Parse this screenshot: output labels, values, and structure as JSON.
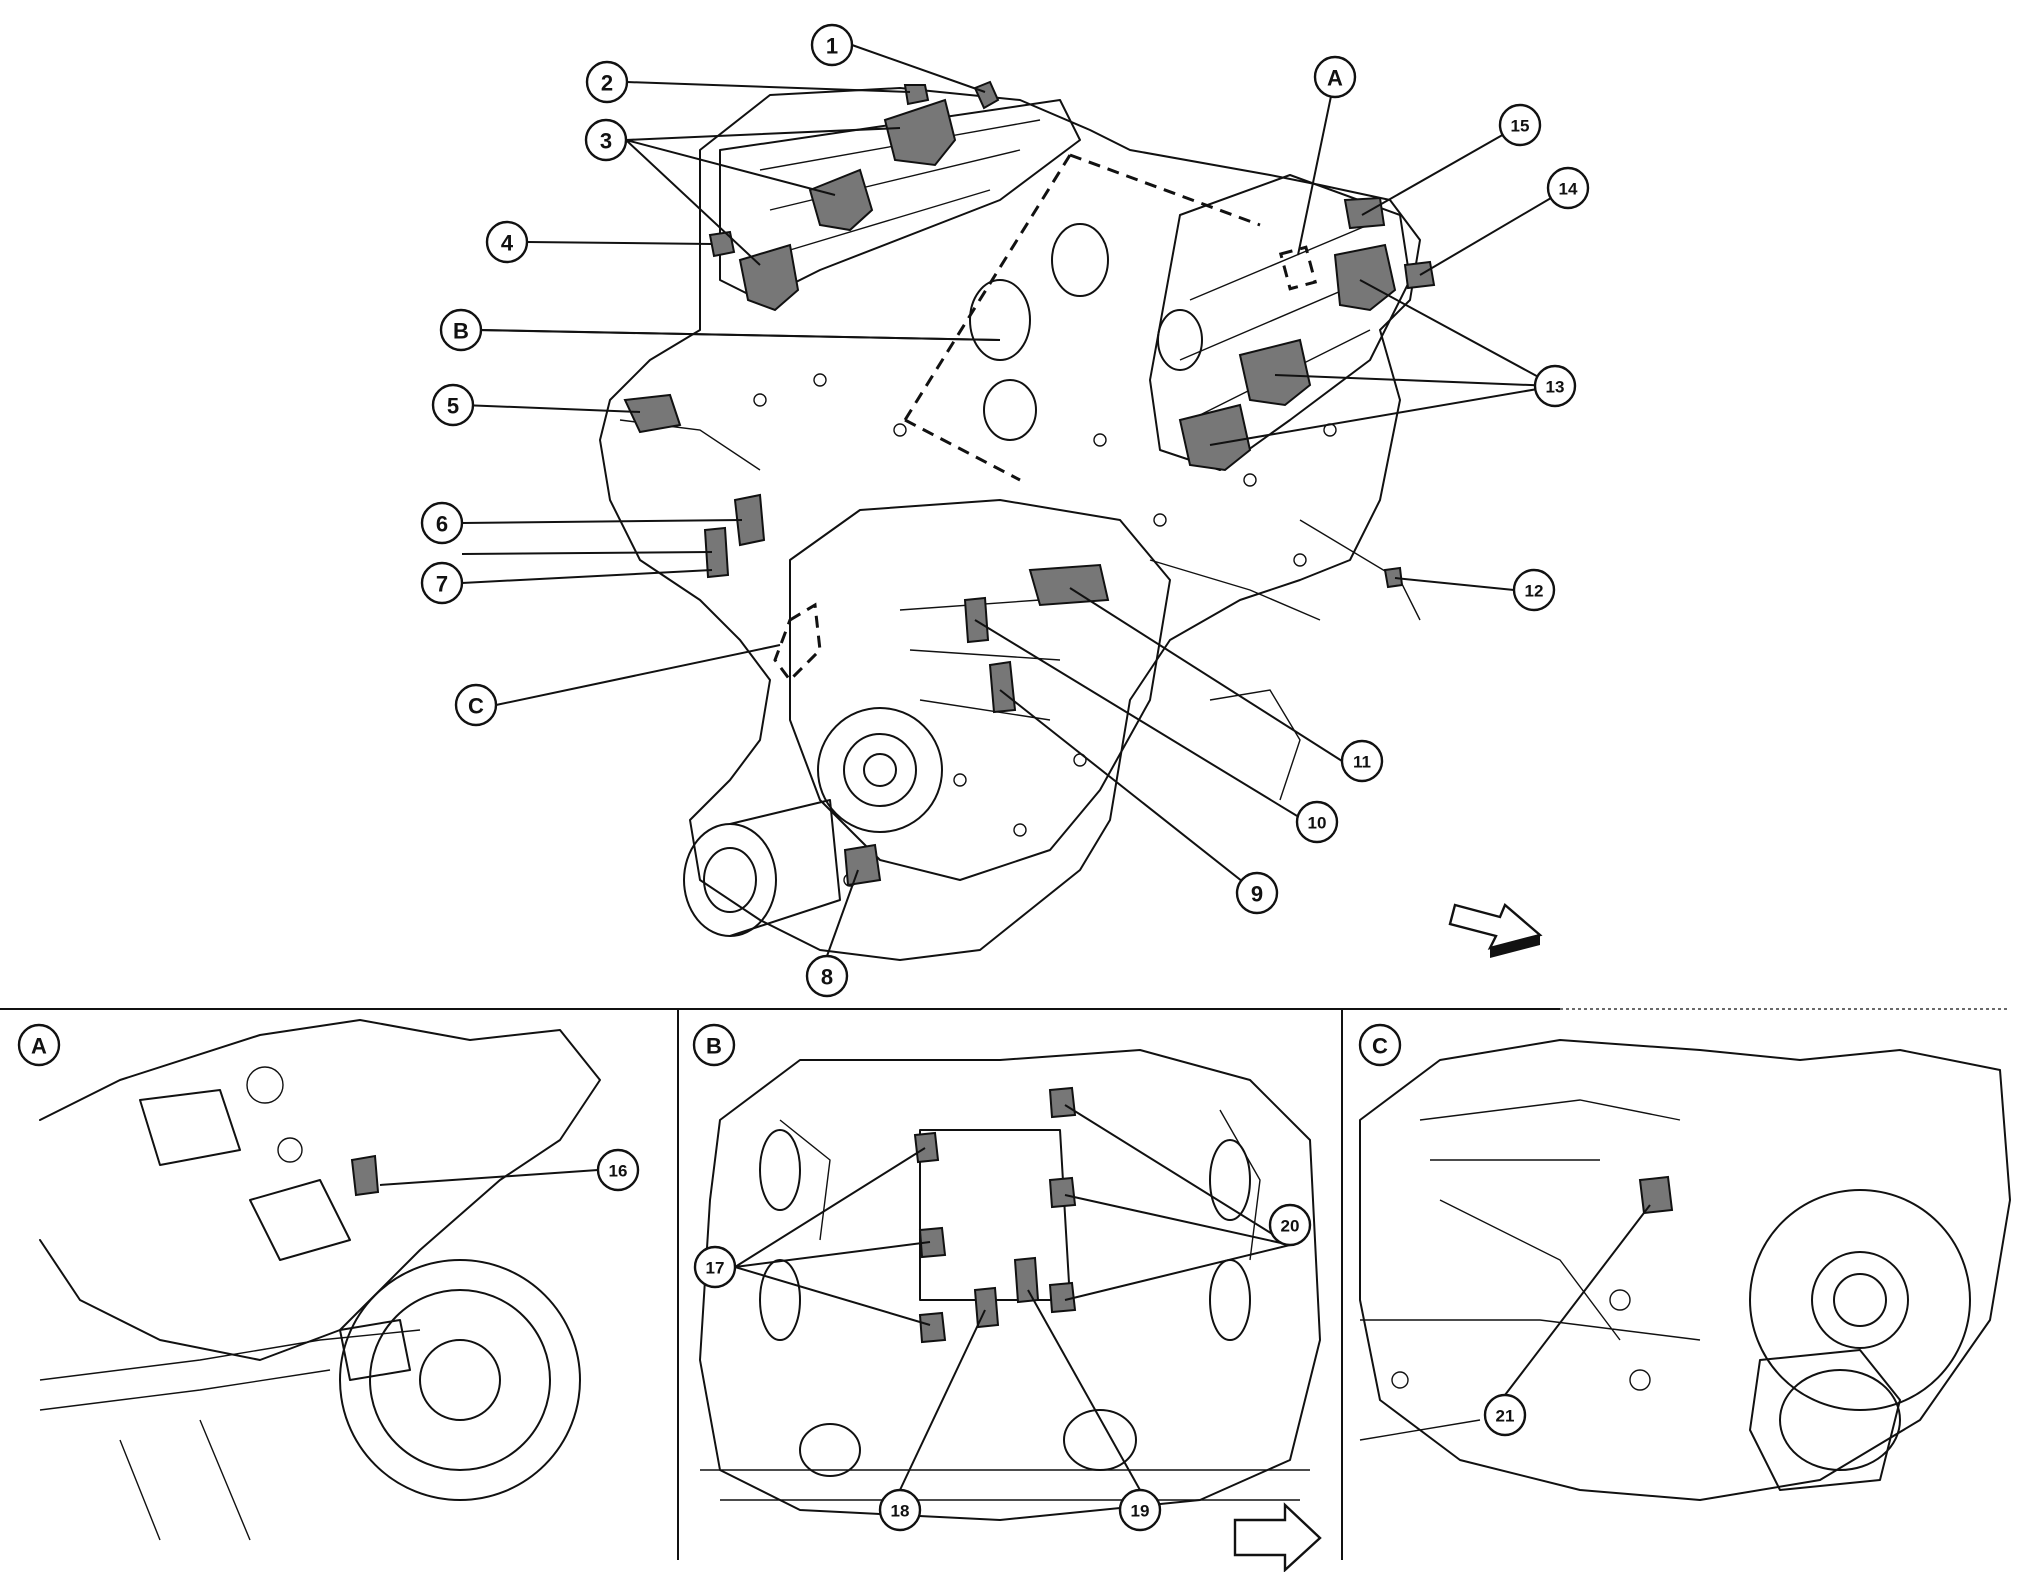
{
  "main": {
    "callouts": [
      {
        "id": "c1",
        "label": "1"
      },
      {
        "id": "c2",
        "label": "2"
      },
      {
        "id": "c3",
        "label": "3"
      },
      {
        "id": "c4",
        "label": "4"
      },
      {
        "id": "c5",
        "label": "5"
      },
      {
        "id": "c6",
        "label": "6"
      },
      {
        "id": "c7",
        "label": "7"
      },
      {
        "id": "c8",
        "label": "8"
      },
      {
        "id": "c9",
        "label": "9"
      },
      {
        "id": "c10",
        "label": "10"
      },
      {
        "id": "c11",
        "label": "11"
      },
      {
        "id": "c12",
        "label": "12"
      },
      {
        "id": "c13",
        "label": "13"
      },
      {
        "id": "c14",
        "label": "14"
      },
      {
        "id": "c15",
        "label": "15"
      }
    ],
    "view_markers": {
      "a": "A",
      "b": "B",
      "c": "C"
    }
  },
  "panels": {
    "a": {
      "letter": "A",
      "callouts": [
        "16"
      ]
    },
    "b": {
      "letter": "B",
      "callouts": [
        "17",
        "18",
        "19",
        "20"
      ]
    },
    "c": {
      "letter": "C",
      "callouts": [
        "21"
      ]
    }
  },
  "colors": {
    "line": "#111111",
    "part_fill": "#777777",
    "background": "#ffffff"
  },
  "icons": {
    "direction_arrow": "engine-front-arrow-icon",
    "panel_arrow": "front-arrow-outline-icon"
  }
}
